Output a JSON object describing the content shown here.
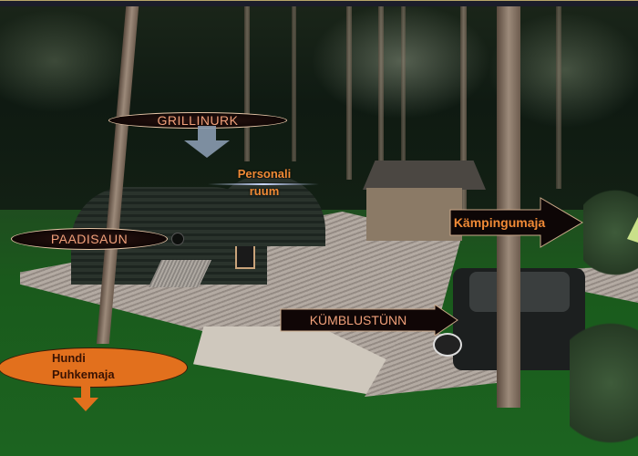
{
  "image": {
    "description": "Aerial photo of a wooden deck area in a pine forest with annotated facilities",
    "colors": {
      "label_text_orange": "#f0a07a",
      "label_fill_dark": "#100605",
      "hundi_fill": "#e2701d",
      "lawn_green": "#1c6420",
      "arrow_blue_gray": "#8a9bb0"
    }
  },
  "labels": {
    "grillinurk": "GRILLINURK",
    "personal_line1": "Personali",
    "personal_line2": "ruum",
    "paadisaun": "PAADISAUN",
    "kampingumaja": "Kämpingumaja",
    "kumblustunn": "KÜMBLUSTÜNN",
    "hundi_line1": "Hundi",
    "hundi_line2": "Puhkemaja"
  },
  "icons": {
    "grillinurk_arrow": "arrow-down",
    "kampingumaja_arrow": "arrow-right",
    "kumblustunn_arrow": "arrow-right",
    "hundi_arrow": "arrow-down",
    "edge_arrow": "arrow-right-green-partial"
  }
}
